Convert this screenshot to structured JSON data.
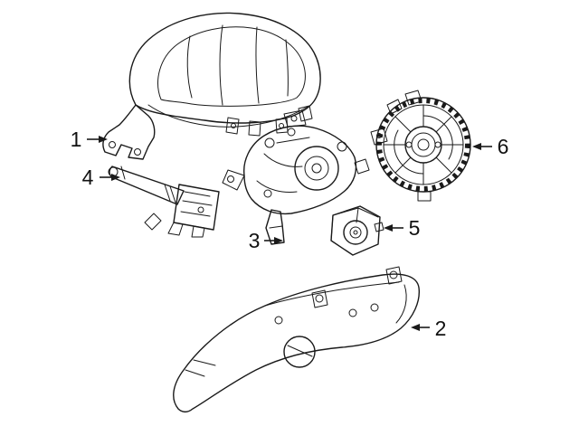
{
  "diagram": {
    "background_color": "#ffffff",
    "line_color": "#1a1a1a",
    "label_color": "#111111",
    "callouts": [
      {
        "label": "1"
      },
      {
        "label": "2"
      },
      {
        "label": "3"
      },
      {
        "label": "4"
      },
      {
        "label": "5"
      },
      {
        "label": "6"
      }
    ]
  }
}
